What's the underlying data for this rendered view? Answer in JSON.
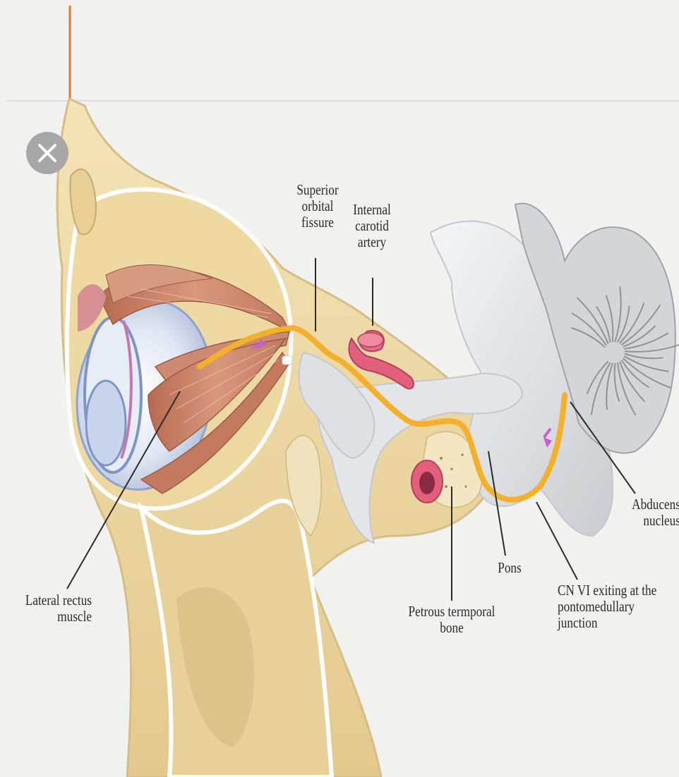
{
  "diagram": {
    "labels": {
      "superior_orbital_fissure": [
        "Superior",
        "orbital",
        "fissure"
      ],
      "internal_carotid_artery": [
        "Internal",
        "carotid",
        "artery"
      ],
      "abducens_nucleus": [
        "Abducens",
        "nucleus"
      ],
      "lateral_rectus_muscle": [
        "Lateral rectus",
        "muscle"
      ],
      "petrous_temporal_bone": [
        "Petrous termporal",
        "bone"
      ],
      "pons": [
        "Pons"
      ],
      "cn_vi_exiting": [
        "CN VI exiting at the",
        "pontomedullary",
        "junction"
      ]
    }
  },
  "ui": {
    "close_icon": "close-x-icon",
    "colors": {
      "bone": "#efdba3",
      "bone_dark": "#d8bf82",
      "nerve": "#f2b02c",
      "muscle": "#c9836a",
      "artery": "#e2607c",
      "brain": "#d9dbdf",
      "accent_line": "#e07a2a",
      "arrow": "#c860c8"
    }
  }
}
